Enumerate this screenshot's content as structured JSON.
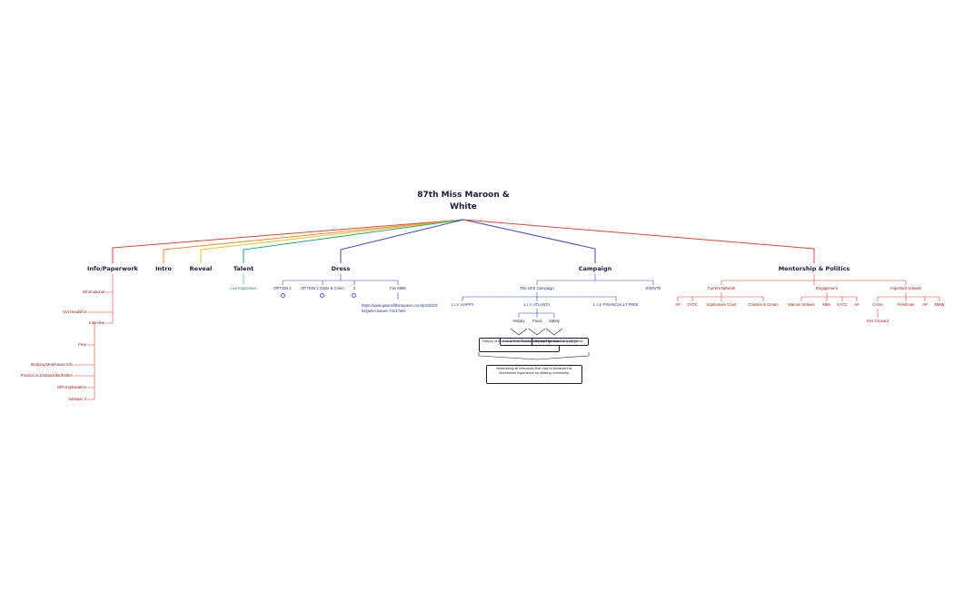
{
  "colors": {
    "red": "#e0453a",
    "orange": "#ef8a2e",
    "yellow": "#e9c02a",
    "green": "#1ea672",
    "blue": "#3d48b5",
    "dark_red_text": "#a01515",
    "navy_text": "#1c1c3a"
  },
  "root": {
    "title": "87th Miss Maroon & White"
  },
  "branches": {
    "info": {
      "label": "Info/Paperwork",
      "informational": "Informational",
      "headshot": "Get Headshot",
      "interview": "Interview",
      "prep": "Prep",
      "studying": "Studying Morehouse Info",
      "practice": "Practice w Jordan/Jollie/Esther",
      "gpa": "GPA Explaination",
      "subtopic": "Subtopic 3"
    },
    "intro": {
      "label": "Intro"
    },
    "reveal": {
      "label": "Reveal"
    },
    "talent": {
      "label": "Talent",
      "child": "Live Expressive"
    },
    "dress": {
      "label": "Dress",
      "option1": "OPTION 1",
      "option2": "OPTION 2 (Style & Color)",
      "option3": "3",
      "fav": "Fav 6985",
      "link": "https://www.gownsfitforaqueen.com/p31021061/jasz-couture-7413.html",
      "attachment_icon": "attachment-icon"
    },
    "campaign": {
      "label": "Campaign",
      "life": "The LIFE Campaign",
      "events": "EVENTS",
      "happy": "L.I.V. HAPPY",
      "atlanta": "L.I.V. ATLANTA",
      "free": "L.I.V. FINANCIALLY FREE",
      "history": "History",
      "food": "Food",
      "safety": "Safety",
      "box_history": "History of Atlanta and Its Relationship with Morehouse College",
      "box_food": "Local Restaurants and Healthy Food",
      "box_safety": "Safety Tips and Campus Police",
      "summary": "Maximizing all resources that may to enhance the Morehouse experience by utilizing community."
    },
    "mentorship": {
      "label": "Mentorship & Politics",
      "current": "Current Network",
      "engagement": "Engagement",
      "important": "Important network",
      "current_items": [
        "AP",
        "SYCC",
        "Sophomore Court",
        "Crimson & Cream"
      ],
      "engagement_items": [
        "Maroon Strikers",
        "MBA",
        "SYCC",
        "AP"
      ],
      "important_items": [
        "CASA",
        "Freshman",
        "AP",
        "MMW"
      ],
      "casa_child": "Kris Forward"
    }
  }
}
